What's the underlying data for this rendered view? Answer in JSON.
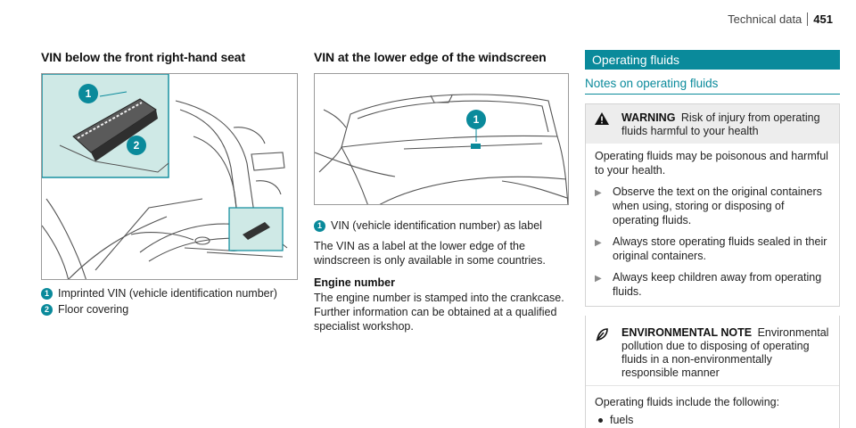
{
  "header": {
    "section": "Technical data",
    "page": "451"
  },
  "col1": {
    "title": "VIN below the front right-hand seat",
    "legend": [
      {
        "num": "1",
        "text": "Imprinted VIN (vehicle identification number)"
      },
      {
        "num": "2",
        "text": "Floor covering"
      }
    ],
    "callouts": [
      "1",
      "2"
    ]
  },
  "col2": {
    "title": "VIN at the lower edge of the windscreen",
    "callout": "1",
    "legend_num": "1",
    "legend_text": "VIN (vehicle identification number) as label",
    "para1": "The VIN as a label at the lower edge of the windscreen is only available in some countries.",
    "engine_title": "Engine number",
    "engine_text": "The engine number is stamped into the crankcase. Further information can be obtained at a qualified specialist workshop."
  },
  "col3": {
    "bar_title": "Operating fluids",
    "notes_title": "Notes on operating fluids",
    "warning": {
      "label": "WARNING",
      "text": "Risk of injury from operating fluids harmful to your health",
      "body": "Operating fluids may be poisonous and harmful to your health.",
      "steps": [
        "Observe the text on the original containers when using, storing or disposing of operating fluids.",
        "Always store operating fluids sealed in their original containers.",
        "Always keep children away from operating fluids."
      ]
    },
    "env": {
      "label": "ENVIRONMENTAL NOTE",
      "text": "Environmental pollution due to disposing of operating fluids in a non-environmentally responsible manner",
      "body": "Operating fluids include the following:",
      "bullets": [
        "fuels"
      ]
    }
  },
  "colors": {
    "accent": "#0a8a9b",
    "inset": "#cfe9e6"
  }
}
